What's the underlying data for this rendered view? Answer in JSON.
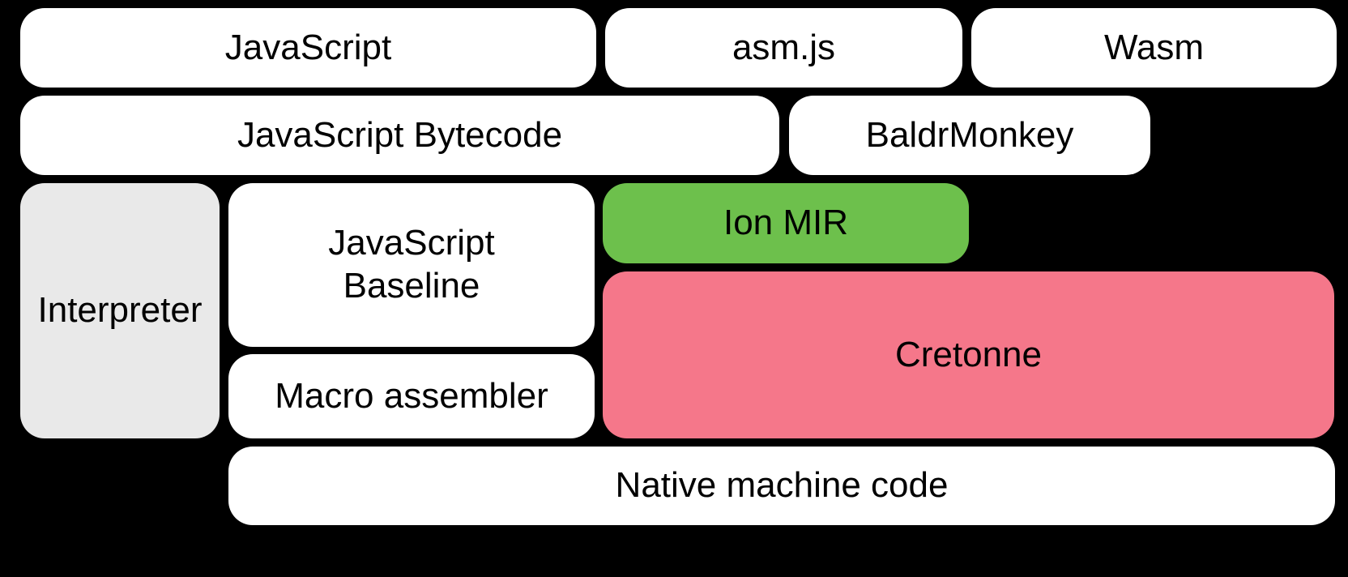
{
  "diagram": {
    "colors": {
      "background": "#000000",
      "box_default": "#ffffff",
      "text": "#000000",
      "interpreter_gray": "#e9e9e9",
      "ion_mir_green": "#6dc04c",
      "cretonne_pink": "#f5778a"
    },
    "boxes": {
      "javascript": {
        "label": "JavaScript"
      },
      "asmjs": {
        "label": "asm.js"
      },
      "wasm": {
        "label": "Wasm"
      },
      "bytecode": {
        "label": "JavaScript Bytecode"
      },
      "baldrmonkey": {
        "label": "BaldrMonkey"
      },
      "interpreter": {
        "label": "Interpreter"
      },
      "baseline": {
        "label": "JavaScript Baseline",
        "line1": "JavaScript",
        "line2": "Baseline"
      },
      "ion_mir": {
        "label": "Ion MIR"
      },
      "cretonne": {
        "label": "Cretonne"
      },
      "macro_assembler": {
        "label": "Macro assembler"
      },
      "native": {
        "label": "Native machine code"
      }
    }
  }
}
